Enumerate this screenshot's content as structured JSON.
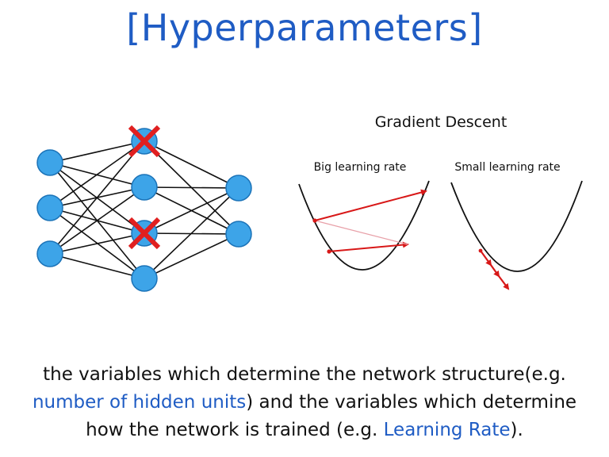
{
  "title": "[Hyperparameters]",
  "gradient": {
    "title": "Gradient Descent",
    "big_label": "Big learning rate",
    "small_label": "Small learning rate"
  },
  "caption": {
    "part1": "the variables which determine the network structure(e.g.",
    "highlight1": "number of hidden units",
    "part2": ") and the variables which determine",
    "part3": "how the network is trained (e.g. ",
    "highlight2": "Learning Rate",
    "part4": ")."
  },
  "colors": {
    "title": "#1f5cc4",
    "node_fill": "#3da4e8",
    "node_stroke": "#1b73b8",
    "cross": "#e02020",
    "arrow": "#d81818",
    "highlight": "#1f5cc4"
  },
  "network": {
    "layers": [
      3,
      4,
      2
    ],
    "dropped_hidden_units": [
      1,
      3
    ]
  }
}
